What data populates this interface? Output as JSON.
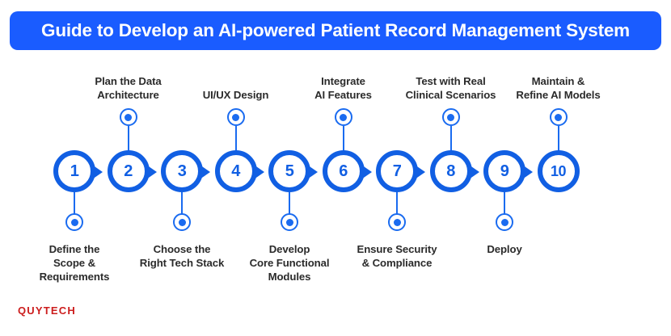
{
  "header": {
    "title": "Guide to Develop an AI-powered Patient Record Management System",
    "banner_color": "#1a5cff",
    "title_color": "#ffffff"
  },
  "brand": {
    "logo_text": "QUYTECH",
    "logo_color": "#cc1d1d"
  },
  "theme": {
    "node_ring_color": "#115fe3",
    "marker_color": "#1a6bf0",
    "label_color": "#2b2b2b",
    "background": "#ffffff"
  },
  "flow": {
    "type": "horizontal-step-process",
    "step_count": 10,
    "steps": [
      {
        "number": "1",
        "label": "Define the\nScope &\nRequirements",
        "label_position": "below"
      },
      {
        "number": "2",
        "label": "Plan the Data\nArchitecture",
        "label_position": "above"
      },
      {
        "number": "3",
        "label": "Choose the\nRight Tech Stack",
        "label_position": "below"
      },
      {
        "number": "4",
        "label": "UI/UX Design",
        "label_position": "above"
      },
      {
        "number": "5",
        "label": "Develop\nCore Functional\nModules",
        "label_position": "below"
      },
      {
        "number": "6",
        "label": "Integrate\nAI Features",
        "label_position": "above"
      },
      {
        "number": "7",
        "label": "Ensure Security\n& Compliance",
        "label_position": "below"
      },
      {
        "number": "8",
        "label": "Test with Real\nClinical Scenarios",
        "label_position": "above"
      },
      {
        "number": "9",
        "label": "Deploy",
        "label_position": "below"
      },
      {
        "number": "10",
        "label": "Maintain &\nRefine AI Models",
        "label_position": "above"
      }
    ]
  }
}
